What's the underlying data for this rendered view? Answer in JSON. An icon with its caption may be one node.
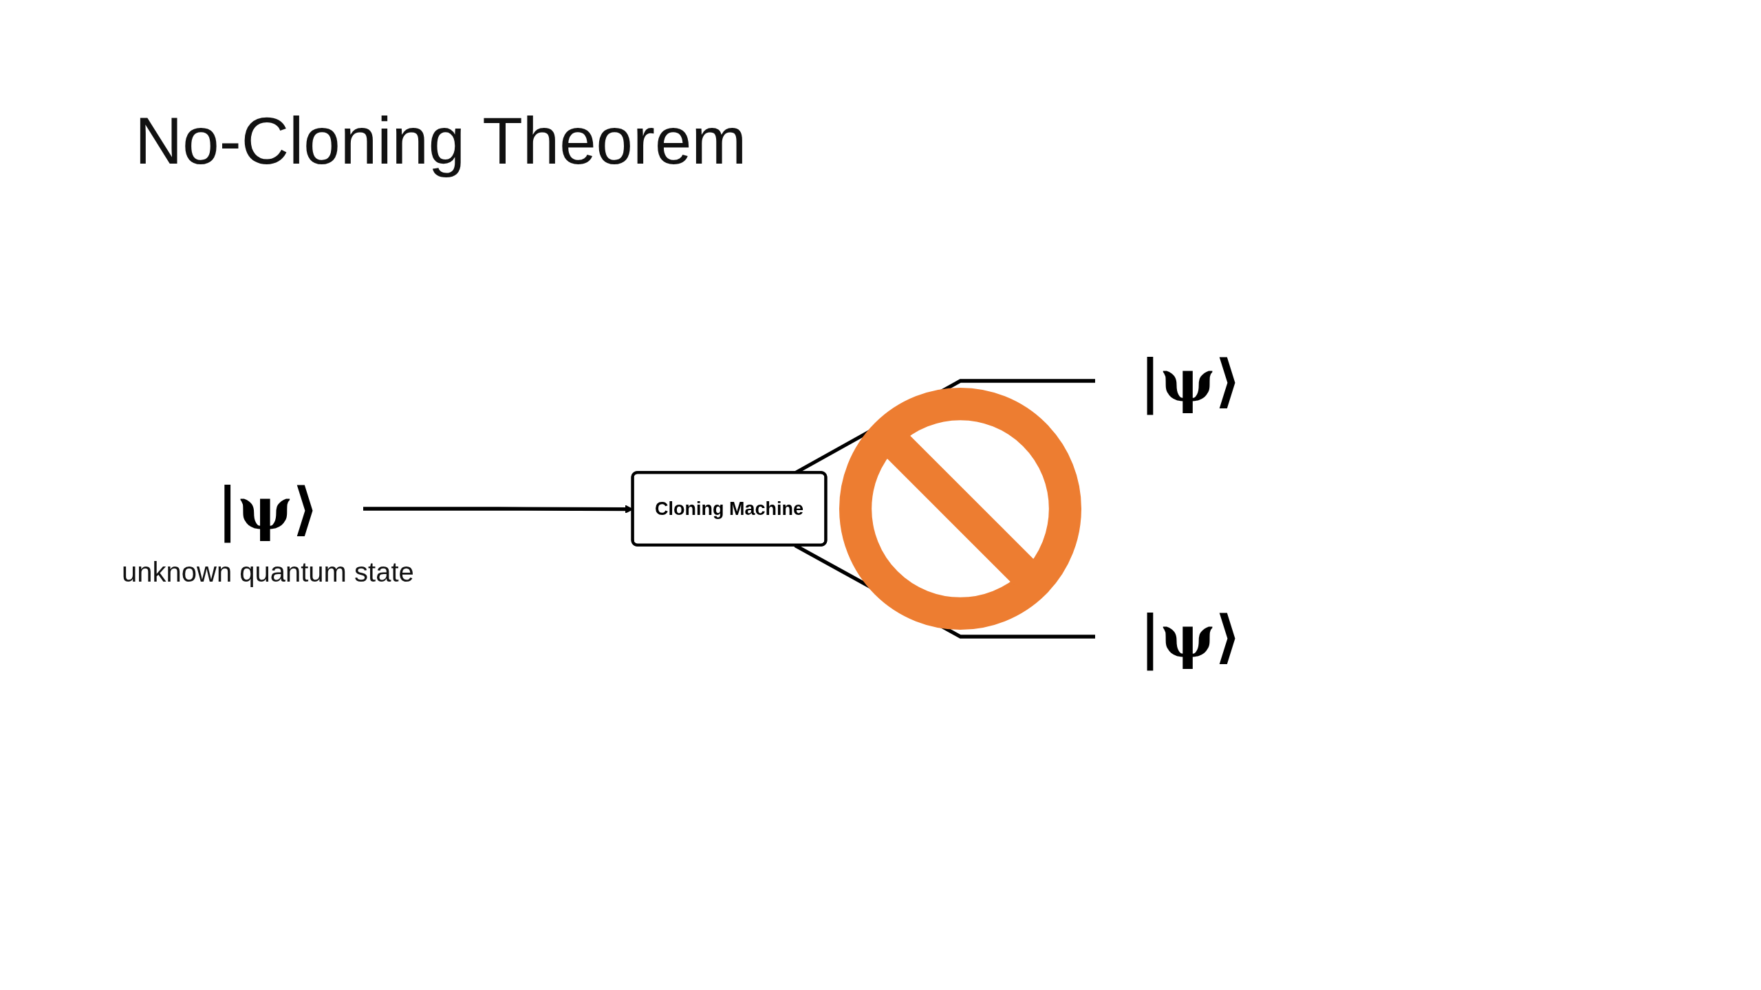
{
  "diagram": {
    "title": "No-Cloning Theorem",
    "nodes": [
      {
        "text": [
          "|ψ⟩"
        ],
        "beside": [
          "unknown quantum state"
        ]
      },
      {
        "text": [
          "Cloning Machine"
        ]
      },
      {
        "text": [
          "|ψ⟩"
        ]
      },
      {
        "text": [
          "|ψ⟩"
        ]
      }
    ],
    "edges": [
      {
        "from": 0,
        "to": 1,
        "arrow": "to"
      },
      {
        "from": 1,
        "to": 2,
        "arrow": "none"
      },
      {
        "from": 1,
        "to": 3,
        "arrow": "none"
      }
    ]
  }
}
